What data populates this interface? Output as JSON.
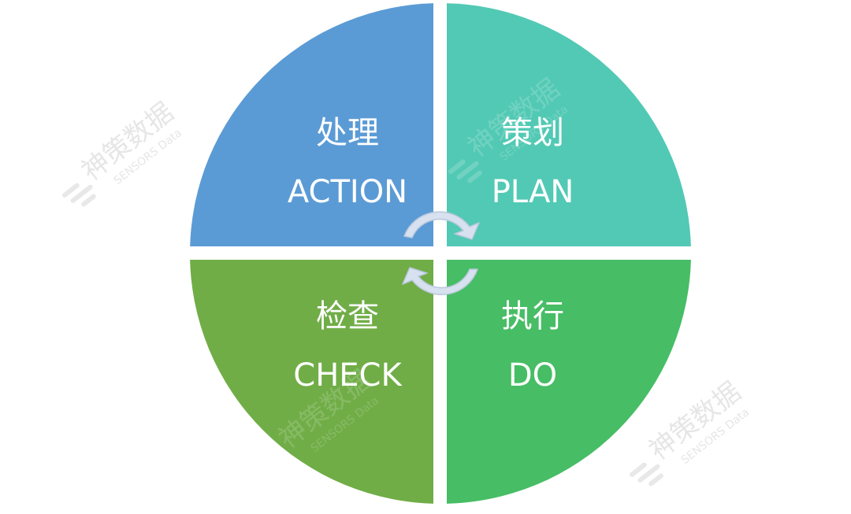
{
  "diagram": {
    "quadrants": [
      {
        "id": "action",
        "title_cn": "处理",
        "title_en": "ACTION",
        "color": "#5b9bd5"
      },
      {
        "id": "plan",
        "title_cn": "策划",
        "title_en": "PLAN",
        "color": "#52c9b4"
      },
      {
        "id": "check",
        "title_cn": "检查",
        "title_en": "CHECK",
        "color": "#70ad47"
      },
      {
        "id": "do",
        "title_cn": "执行",
        "title_en": "DO",
        "color": "#47bd65"
      }
    ],
    "arrow_color": "#d7e1ef",
    "arrow_edge_color": "#b9c8de"
  },
  "watermark": {
    "brand_cn": "神策数据",
    "brand_en": "SENSORS Data"
  }
}
